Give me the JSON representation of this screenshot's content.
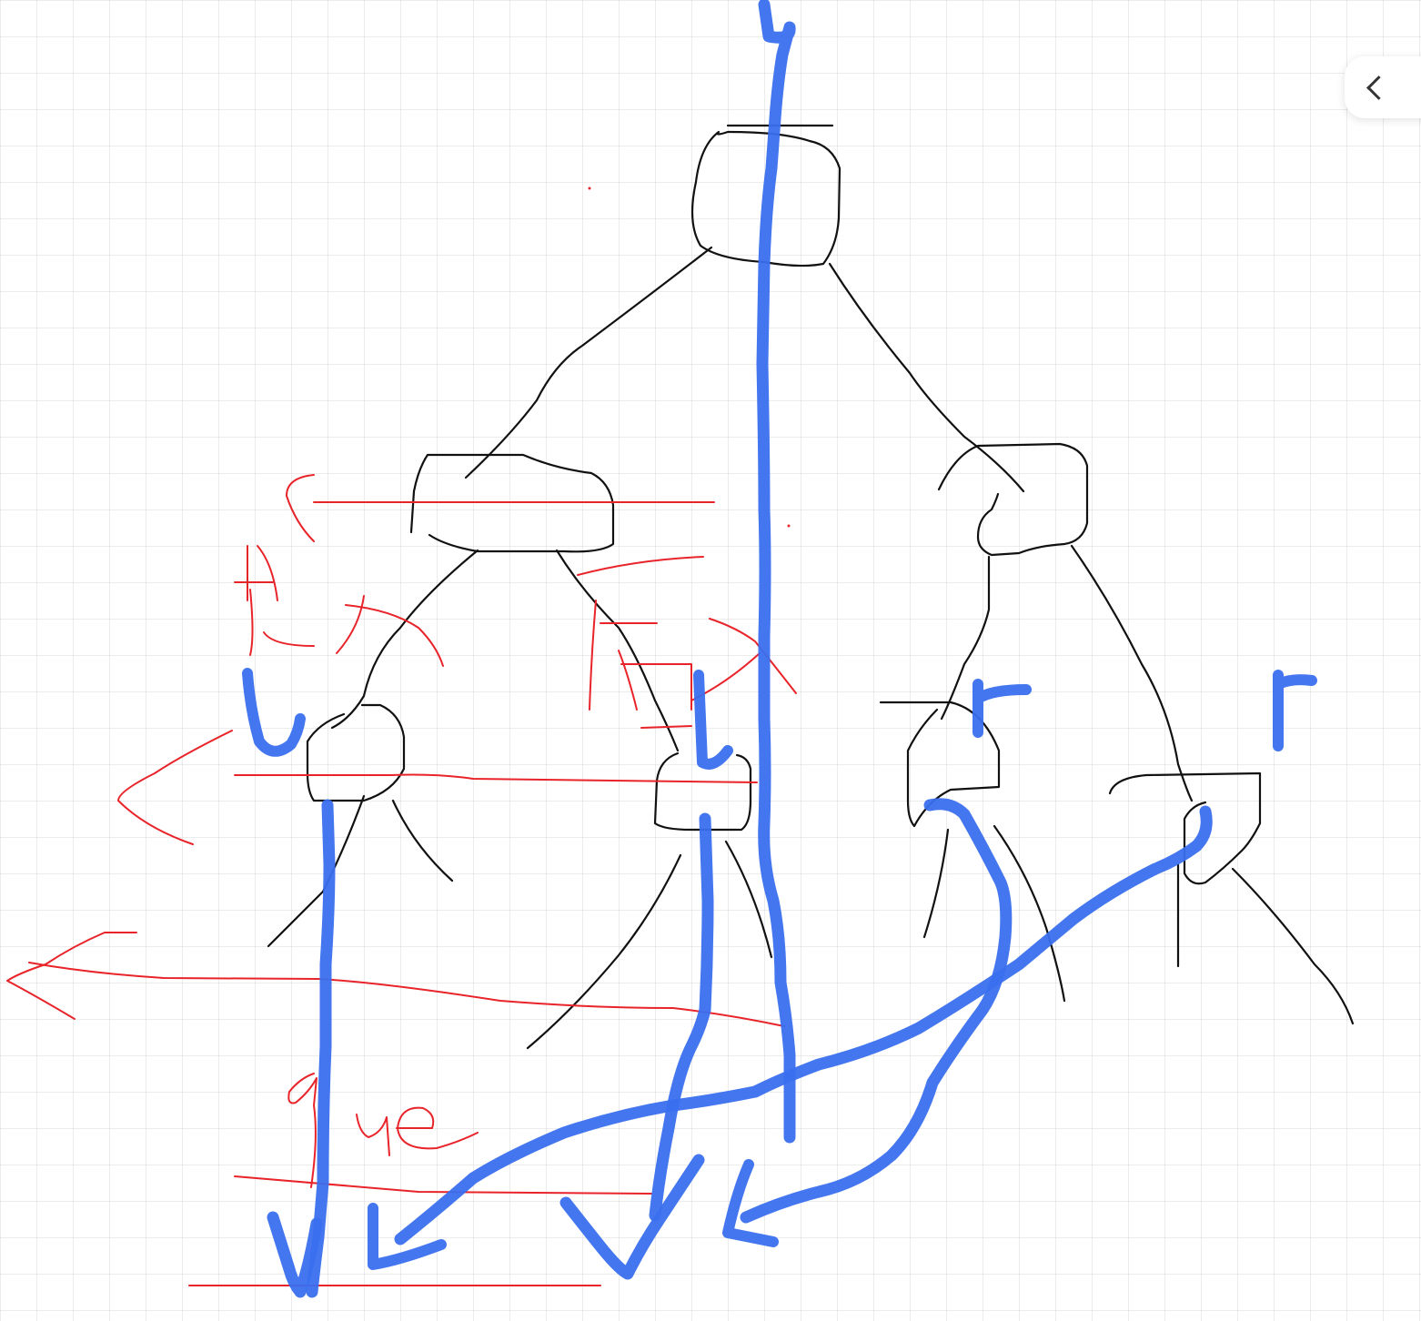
{
  "canvas": {
    "background": "#ffffff",
    "grid": true
  },
  "colors": {
    "tree_ink": "#111111",
    "annotation_red": "#e8242a",
    "traversal_blue": "#3a6fee"
  },
  "toolbar": {
    "collapse_icon": "chevron-left-icon"
  },
  "handwritten_labels": {
    "left_marker_1": "l",
    "left_marker_2": "l",
    "right_marker_1": "r",
    "right_marker_2": "r",
    "red_note_top": "先入",
    "red_note_mid": "后入",
    "red_note_bottom": "que"
  }
}
